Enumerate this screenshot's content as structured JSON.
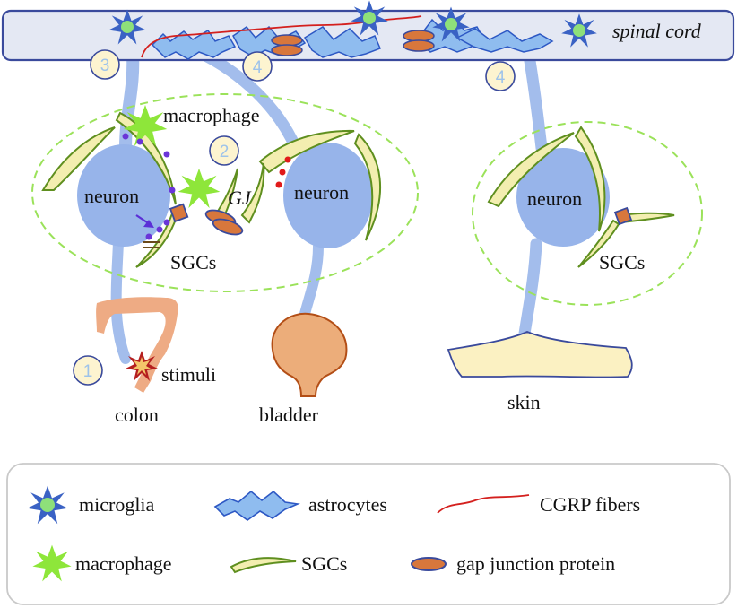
{
  "spinal_cord": {
    "label": "spinal cord"
  },
  "labels": {
    "macrophage": "macrophage",
    "neuron_left": "neuron",
    "neuron_middle": "neuron",
    "neuron_right": "neuron",
    "gj": "GJ",
    "sgcs_left": "SGCs",
    "sgcs_right": "SGCs",
    "stimuli": "stimuli",
    "colon": "colon",
    "bladder": "bladder",
    "skin": "skin"
  },
  "markers": [
    "1",
    "2",
    "3",
    "4",
    "4"
  ],
  "legend": {
    "items": [
      {
        "icon": "microglia-icon",
        "label": "microglia"
      },
      {
        "icon": "astrocyte-icon",
        "label": "astrocytes"
      },
      {
        "icon": "cgrp-fiber-icon",
        "label": "CGRP fibers"
      },
      {
        "icon": "macrophage-icon",
        "label": "macrophage"
      },
      {
        "icon": "sgc-icon",
        "label": "SGCs"
      },
      {
        "icon": "gap-junction-protein-icon",
        "label": "gap junction protein"
      }
    ]
  },
  "colors": {
    "spinal_cord_fill": "#e4e8f3",
    "outline": "#3a4a9c",
    "nerve": "#a3bdec",
    "neuron": "#97b4ea",
    "microglia": "#3a62c4",
    "microglia_core": "#8ee07a",
    "astrocyte": "#8fbcef",
    "cgrp": "#d4201e",
    "macrophage": "#8ee63a",
    "sgc_fill": "#f3eeb0",
    "sgc_stroke": "#5f8f1f",
    "gap_junction": "#d8773c",
    "ganglion": "#9be25a",
    "colon": "#eeab84",
    "bladder": "#e89a68",
    "skin": "#fbf1c2",
    "marker_circle": "#fdf4d0",
    "marker_text": "#9ec3ea",
    "stimuli": "#b51f1f",
    "purple_dot": "#6a35d8",
    "red_dot": "#e11a1a"
  }
}
